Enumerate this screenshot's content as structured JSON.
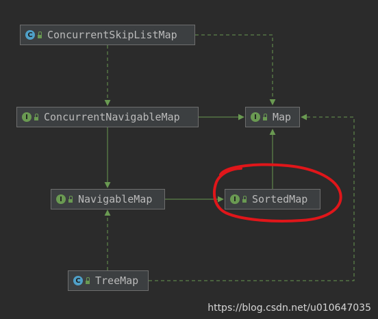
{
  "nodes": {
    "concurrent_skip_list_map": {
      "label": "ConcurrentSkipListMap",
      "kind": "class",
      "kind_letter": "C"
    },
    "concurrent_navigable_map": {
      "label": "ConcurrentNavigableMap",
      "kind": "interface",
      "kind_letter": "I"
    },
    "map": {
      "label": "Map",
      "kind": "interface",
      "kind_letter": "I"
    },
    "navigable_map": {
      "label": "NavigableMap",
      "kind": "interface",
      "kind_letter": "I"
    },
    "sorted_map": {
      "label": "SortedMap",
      "kind": "interface",
      "kind_letter": "I"
    },
    "tree_map": {
      "label": "TreeMap",
      "kind": "class",
      "kind_letter": "C"
    }
  },
  "edges": [
    {
      "from": "ConcurrentSkipListMap",
      "to": "Map",
      "style": "dashed"
    },
    {
      "from": "ConcurrentSkipListMap",
      "to": "ConcurrentNavigableMap",
      "style": "dashed"
    },
    {
      "from": "ConcurrentNavigableMap",
      "to": "Map",
      "style": "solid"
    },
    {
      "from": "ConcurrentNavigableMap",
      "to": "NavigableMap",
      "style": "solid"
    },
    {
      "from": "NavigableMap",
      "to": "SortedMap",
      "style": "solid"
    },
    {
      "from": "SortedMap",
      "to": "Map",
      "style": "solid"
    },
    {
      "from": "TreeMap",
      "to": "NavigableMap",
      "style": "dashed"
    },
    {
      "from": "TreeMap",
      "to": "Map",
      "style": "dashed"
    }
  ],
  "colors": {
    "background": "#2b2b2b",
    "node_fill": "#3c3f41",
    "node_border": "#6e6e6e",
    "edge": "#6a9a52",
    "highlight": "#e0161a",
    "class_icon": "#4fa0c8",
    "interface_icon": "#6a9a52"
  },
  "highlight": {
    "target": "SortedMap",
    "shape": "freehand-ellipse"
  },
  "watermark": "https://blog.csdn.net/u010647035"
}
